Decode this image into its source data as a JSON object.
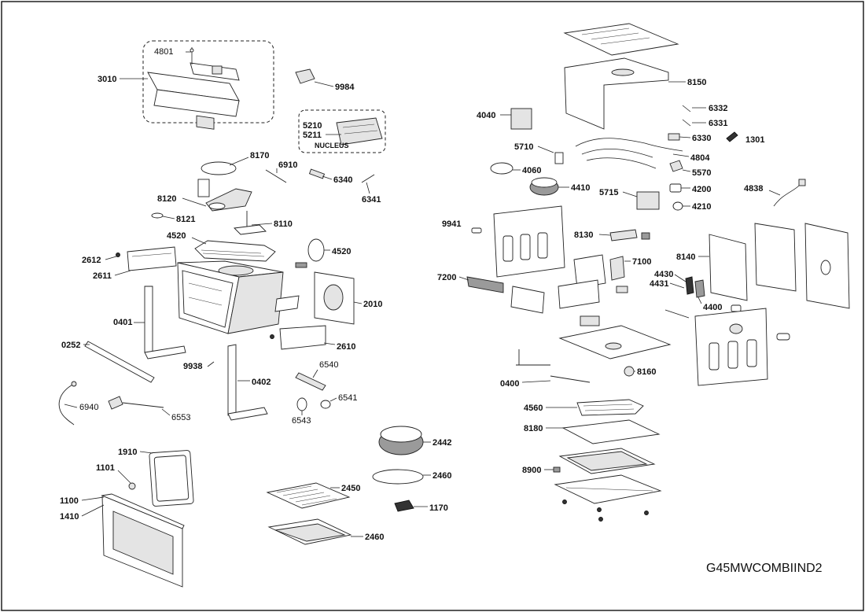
{
  "diagram": {
    "model_code": "G45MWCOMBIIND2",
    "nucleus_label": "NUCLEUS"
  },
  "labels": {
    "l4801": "4801",
    "l3010": "3010",
    "l9984": "9984",
    "l5210": "5210",
    "l5211": "5211",
    "l8170": "8170",
    "l6910": "6910",
    "l6340": "6340",
    "l6341": "6341",
    "l8120": "8120",
    "l8121": "8121",
    "l8110": "8110",
    "l4520a": "4520",
    "l4520b": "4520",
    "l2612": "2612",
    "l2611": "2611",
    "l2010": "2010",
    "l0401": "0401",
    "l0252": "0252",
    "l2610": "2610",
    "l9938": "9938",
    "l0402": "0402",
    "l6540": "6540",
    "l6541": "6541",
    "l6543": "6543",
    "l6940": "6940",
    "l6553": "6553",
    "l1910": "1910",
    "l1101": "1101",
    "l1100": "1100",
    "l1410": "1410",
    "l2442": "2442",
    "l2460a": "2460",
    "l2450": "2450",
    "l1170": "1170",
    "l2460b": "2460",
    "l8150": "8150",
    "l4040": "4040",
    "l6332": "6332",
    "l6331": "6331",
    "l6330": "6330",
    "l1301": "1301",
    "l5710": "5710",
    "l4804": "4804",
    "l4060": "4060",
    "l5570": "5570",
    "l4410": "4410",
    "l5715": "5715",
    "l4200": "4200",
    "l4838": "4838",
    "l4210": "4210",
    "l9941": "9941",
    "l8130": "8130",
    "l7100": "7100",
    "l8140": "8140",
    "l7200": "7200",
    "l4430": "4430",
    "l4431": "4431",
    "l4400": "4400",
    "l8160": "8160",
    "l0400": "0400",
    "l4560": "4560",
    "l8180": "8180",
    "l8900": "8900"
  }
}
